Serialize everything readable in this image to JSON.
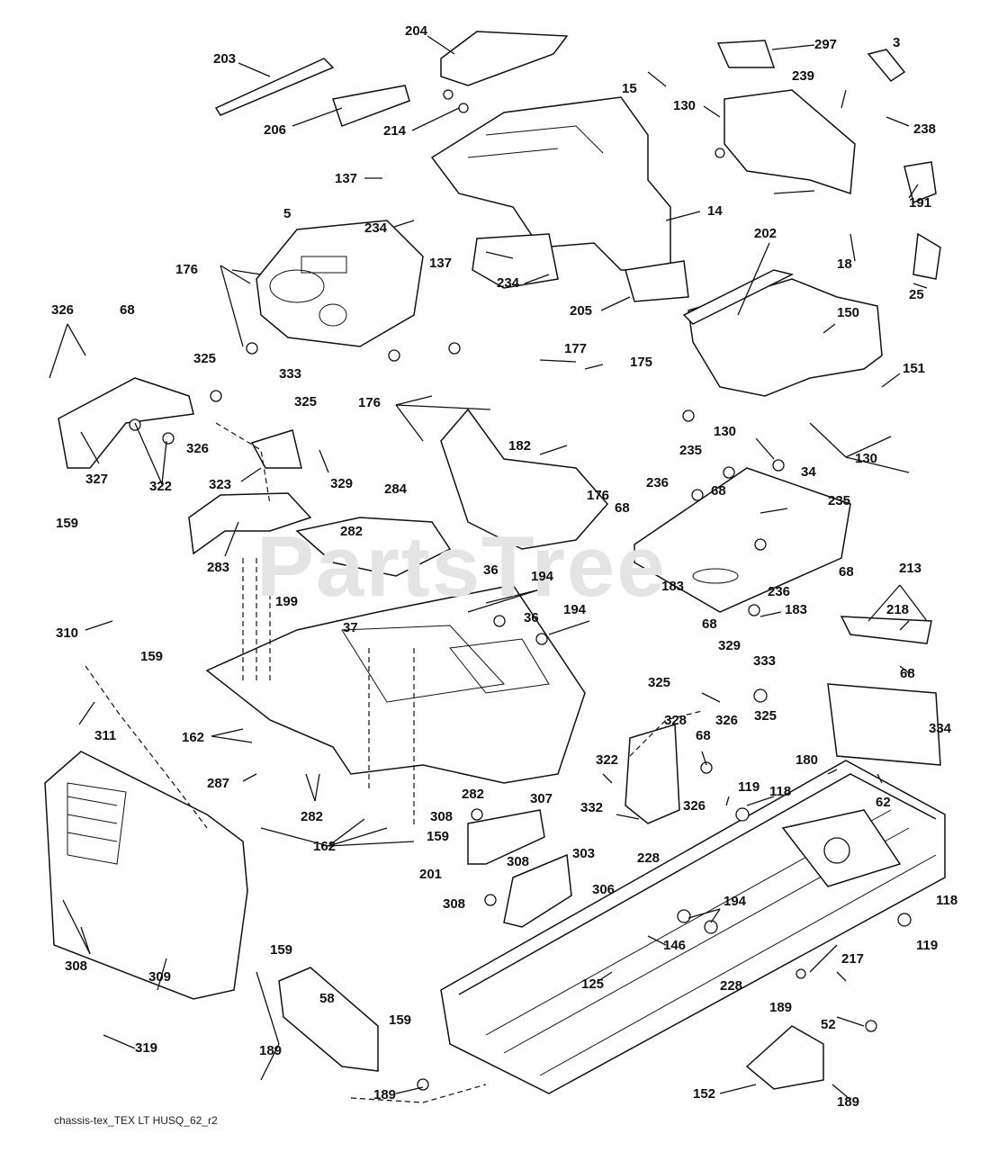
{
  "watermark": "PartsTree",
  "footer_code": "chassis-tex_TEX LT HUSQ_62_r2",
  "callouts": [
    "203",
    "204",
    "297",
    "3",
    "206",
    "214",
    "15",
    "130",
    "239",
    "238",
    "137",
    "5",
    "234",
    "14",
    "191",
    "176",
    "137",
    "234",
    "205",
    "202",
    "18",
    "25",
    "326",
    "68",
    "325",
    "333",
    "325",
    "177",
    "175",
    "150",
    "151",
    "326",
    "176",
    "130",
    "130",
    "327",
    "322",
    "323",
    "329",
    "235",
    "236",
    "68",
    "34",
    "235",
    "159",
    "284",
    "282",
    "182",
    "68",
    "176",
    "283",
    "36",
    "194",
    "194",
    "36",
    "183",
    "236",
    "68",
    "199",
    "37",
    "183",
    "68",
    "213",
    "218",
    "310",
    "329",
    "325",
    "333",
    "159",
    "328",
    "326",
    "325",
    "68",
    "311",
    "162",
    "287",
    "322",
    "68",
    "180",
    "334",
    "62",
    "282",
    "332",
    "119",
    "118",
    "162",
    "326",
    "282",
    "308",
    "307",
    "159",
    "201",
    "308",
    "303",
    "228",
    "306",
    "308",
    "194",
    "118",
    "146",
    "119",
    "125",
    "228",
    "309",
    "308",
    "159",
    "217",
    "58",
    "189",
    "52",
    "159",
    "319",
    "189",
    "189",
    "152",
    "189"
  ]
}
